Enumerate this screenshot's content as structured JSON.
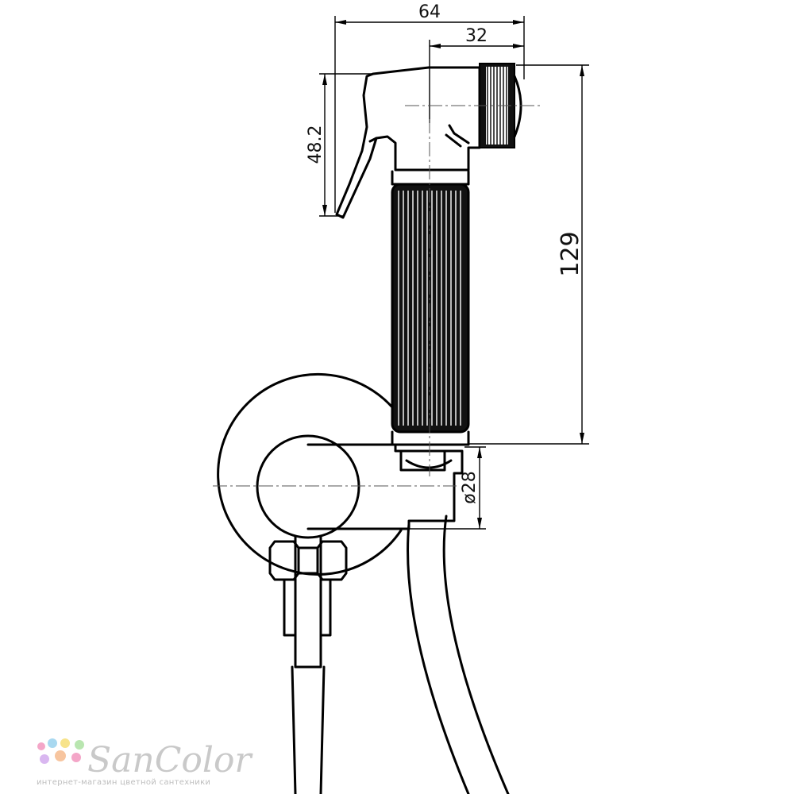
{
  "dimensions": {
    "overall_width": "64",
    "nozzle_offset": "32",
    "lever_height": "48.2",
    "total_height": "129",
    "connector_diameter": "ø28"
  },
  "logo": {
    "name": "SanColor",
    "tagline": "интернет-магазин цветной сантехники",
    "dot_colors": [
      "#f4a6c8",
      "#a8d8f0",
      "#f7e38a",
      "#b9e6b0",
      "#d9b7f0",
      "#f7c59f"
    ]
  }
}
